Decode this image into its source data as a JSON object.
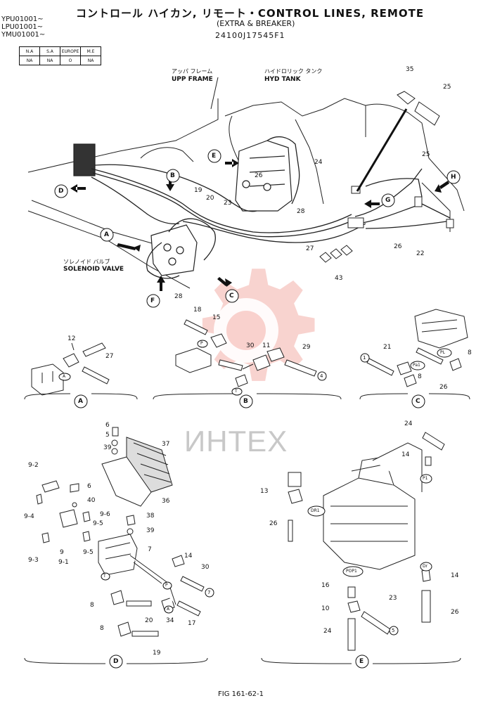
{
  "header": {
    "title": "コントロール ハイカン, リモート・CONTROL LINES, REMOTE",
    "subtitle": "(EXTRA & BREAKER)",
    "part_number": "24100J17545F1",
    "serials": [
      "YPU01001~",
      "LPU01001~",
      "YMU01001~"
    ]
  },
  "applicability": {
    "headers": [
      "N.A",
      "S.A",
      "EUROPE",
      "M.E"
    ],
    "values": [
      "NA",
      "NA",
      "O",
      "NA"
    ]
  },
  "labels": {
    "upp_frame_jp": "アッパ フレーム",
    "upp_frame": "UPP FRAME",
    "hyd_tank_jp": "ハイドロリック タンク",
    "hyd_tank": "HYD  TANK",
    "solenoid_jp": "ソレノイド バルブ",
    "solenoid": "SOLENOID VALVE"
  },
  "callouts": {
    "main": [
      "35",
      "25",
      "24",
      "26",
      "19",
      "20",
      "23",
      "28",
      "27",
      "25",
      "26",
      "22",
      "43",
      "28"
    ],
    "detail_a": [
      "12",
      "27"
    ],
    "detail_b": [
      "18",
      "15",
      "30",
      "11",
      "29"
    ],
    "detail_c": [
      "21",
      "8",
      "26",
      "8"
    ],
    "detail_d": [
      "6",
      "5",
      "39",
      "37",
      "9-2",
      "6",
      "40",
      "9-6",
      "9-5",
      "36",
      "9-4",
      "38",
      "39",
      "7",
      "9-3",
      "9",
      "9-1",
      "9-5",
      "14",
      "30",
      "8",
      "20",
      "34",
      "17",
      "8",
      "19"
    ],
    "detail_e": [
      "24",
      "14",
      "13",
      "26",
      "14",
      "16",
      "10",
      "23",
      "24",
      "26"
    ]
  },
  "view_markers": [
    "A",
    "B",
    "C",
    "D",
    "E",
    "F",
    "G",
    "H"
  ],
  "ports": [
    "A",
    "P",
    "T",
    "Pa1",
    "PL",
    "T",
    "P",
    "A",
    "P1",
    "DR1",
    "POP1",
    "Dr"
  ],
  "port_numbers": [
    "1",
    "4",
    "7",
    "5"
  ],
  "section_letters": [
    "A",
    "B",
    "C",
    "D",
    "E"
  ],
  "watermark": "ИНТЕХ",
  "figure": "FIG 161-62-1"
}
